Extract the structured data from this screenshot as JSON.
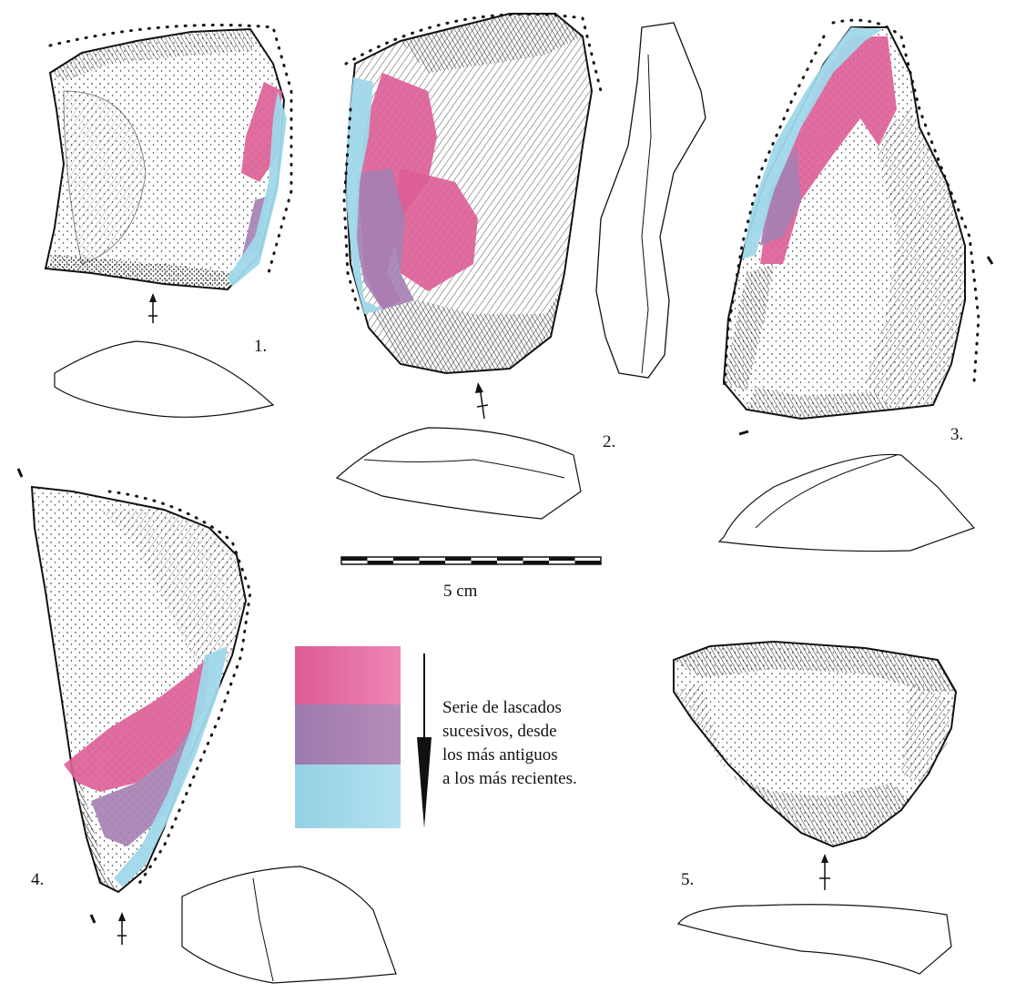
{
  "figures": [
    {
      "id": "artifact-1",
      "label": "1."
    },
    {
      "id": "artifact-2",
      "label": "2."
    },
    {
      "id": "artifact-3",
      "label": "3."
    },
    {
      "id": "artifact-4",
      "label": "4."
    },
    {
      "id": "artifact-5",
      "label": "5."
    }
  ],
  "scale_bar": {
    "label": "5 cm"
  },
  "legend": {
    "lines": [
      "Serie de lascados",
      "sucesivos, desde",
      "los más antiguos",
      "a los más recientes."
    ],
    "colors": {
      "oldest": "#dc5c94",
      "middle": "#a57fb2",
      "recent": "#a6dcec"
    }
  }
}
